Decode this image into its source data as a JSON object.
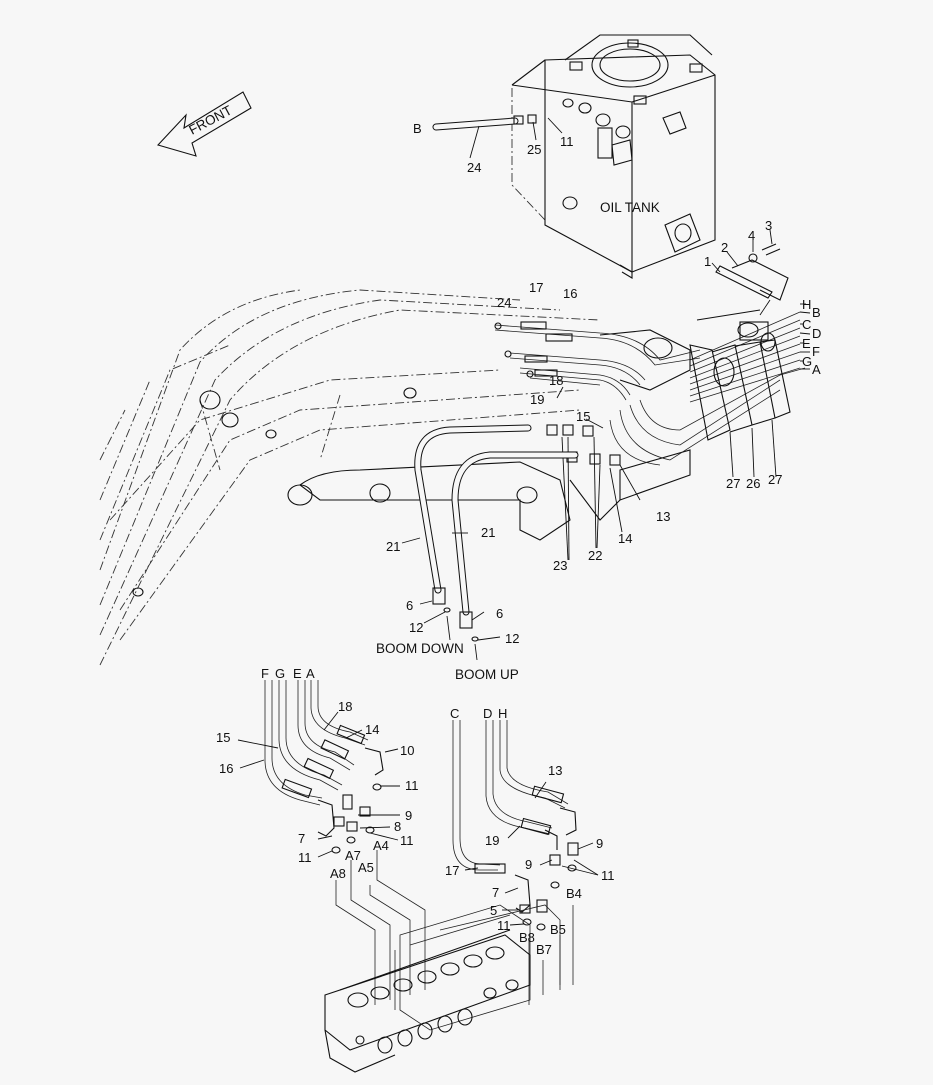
{
  "diagram": {
    "front_label": "FRONT",
    "oil_tank_label": "OIL TANK",
    "boom_down_label": "BOOM DOWN",
    "boom_up_label": "BOOM UP",
    "callouts": {
      "c1": "1",
      "c2": "2",
      "c3": "3",
      "c4": "4",
      "c5": "5",
      "c6": "6",
      "c7": "7",
      "c8": "8",
      "c9": "9",
      "c10": "10",
      "c11": "11",
      "c12": "12",
      "c13": "13",
      "c14": "14",
      "c15": "15",
      "c16": "16",
      "c17": "17",
      "c18": "18",
      "c19": "19",
      "c21": "21",
      "c22": "22",
      "c23": "23",
      "c24": "24",
      "c25": "25",
      "c26": "26",
      "c27": "27"
    },
    "port_letters": {
      "A": "A",
      "B": "B",
      "C": "C",
      "D": "D",
      "E": "E",
      "F": "F",
      "G": "G",
      "H": "H"
    },
    "valve_ports": {
      "A4": "A4",
      "A5": "A5",
      "A7": "A7",
      "A8": "A8",
      "B4": "B4",
      "B5": "B5",
      "B7": "B7",
      "B8": "B8"
    }
  }
}
